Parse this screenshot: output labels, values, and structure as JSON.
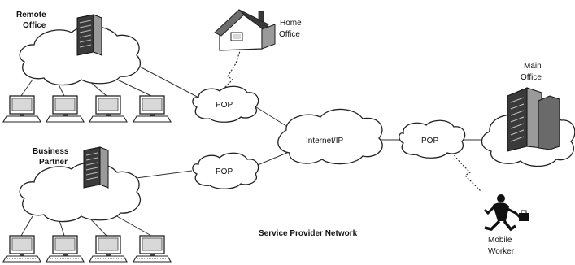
{
  "labels": {
    "remote_office": [
      "Remote",
      "Office"
    ],
    "home_office": [
      "Home",
      "Office"
    ],
    "main_office": [
      "Main",
      "Office"
    ],
    "business_partner": [
      "Business",
      "Partner"
    ],
    "mobile_worker": [
      "Mobile",
      "Worker"
    ],
    "pop_top": "POP",
    "pop_bottom": "POP",
    "pop_right": "POP",
    "internet": "Internet/IP",
    "network_caption": "Service Provider Network"
  },
  "colors": {
    "ink": "#222222",
    "building_dark": "#3a3a3a",
    "building_light": "#9a9a9a",
    "screen": "#d8d8d8"
  }
}
